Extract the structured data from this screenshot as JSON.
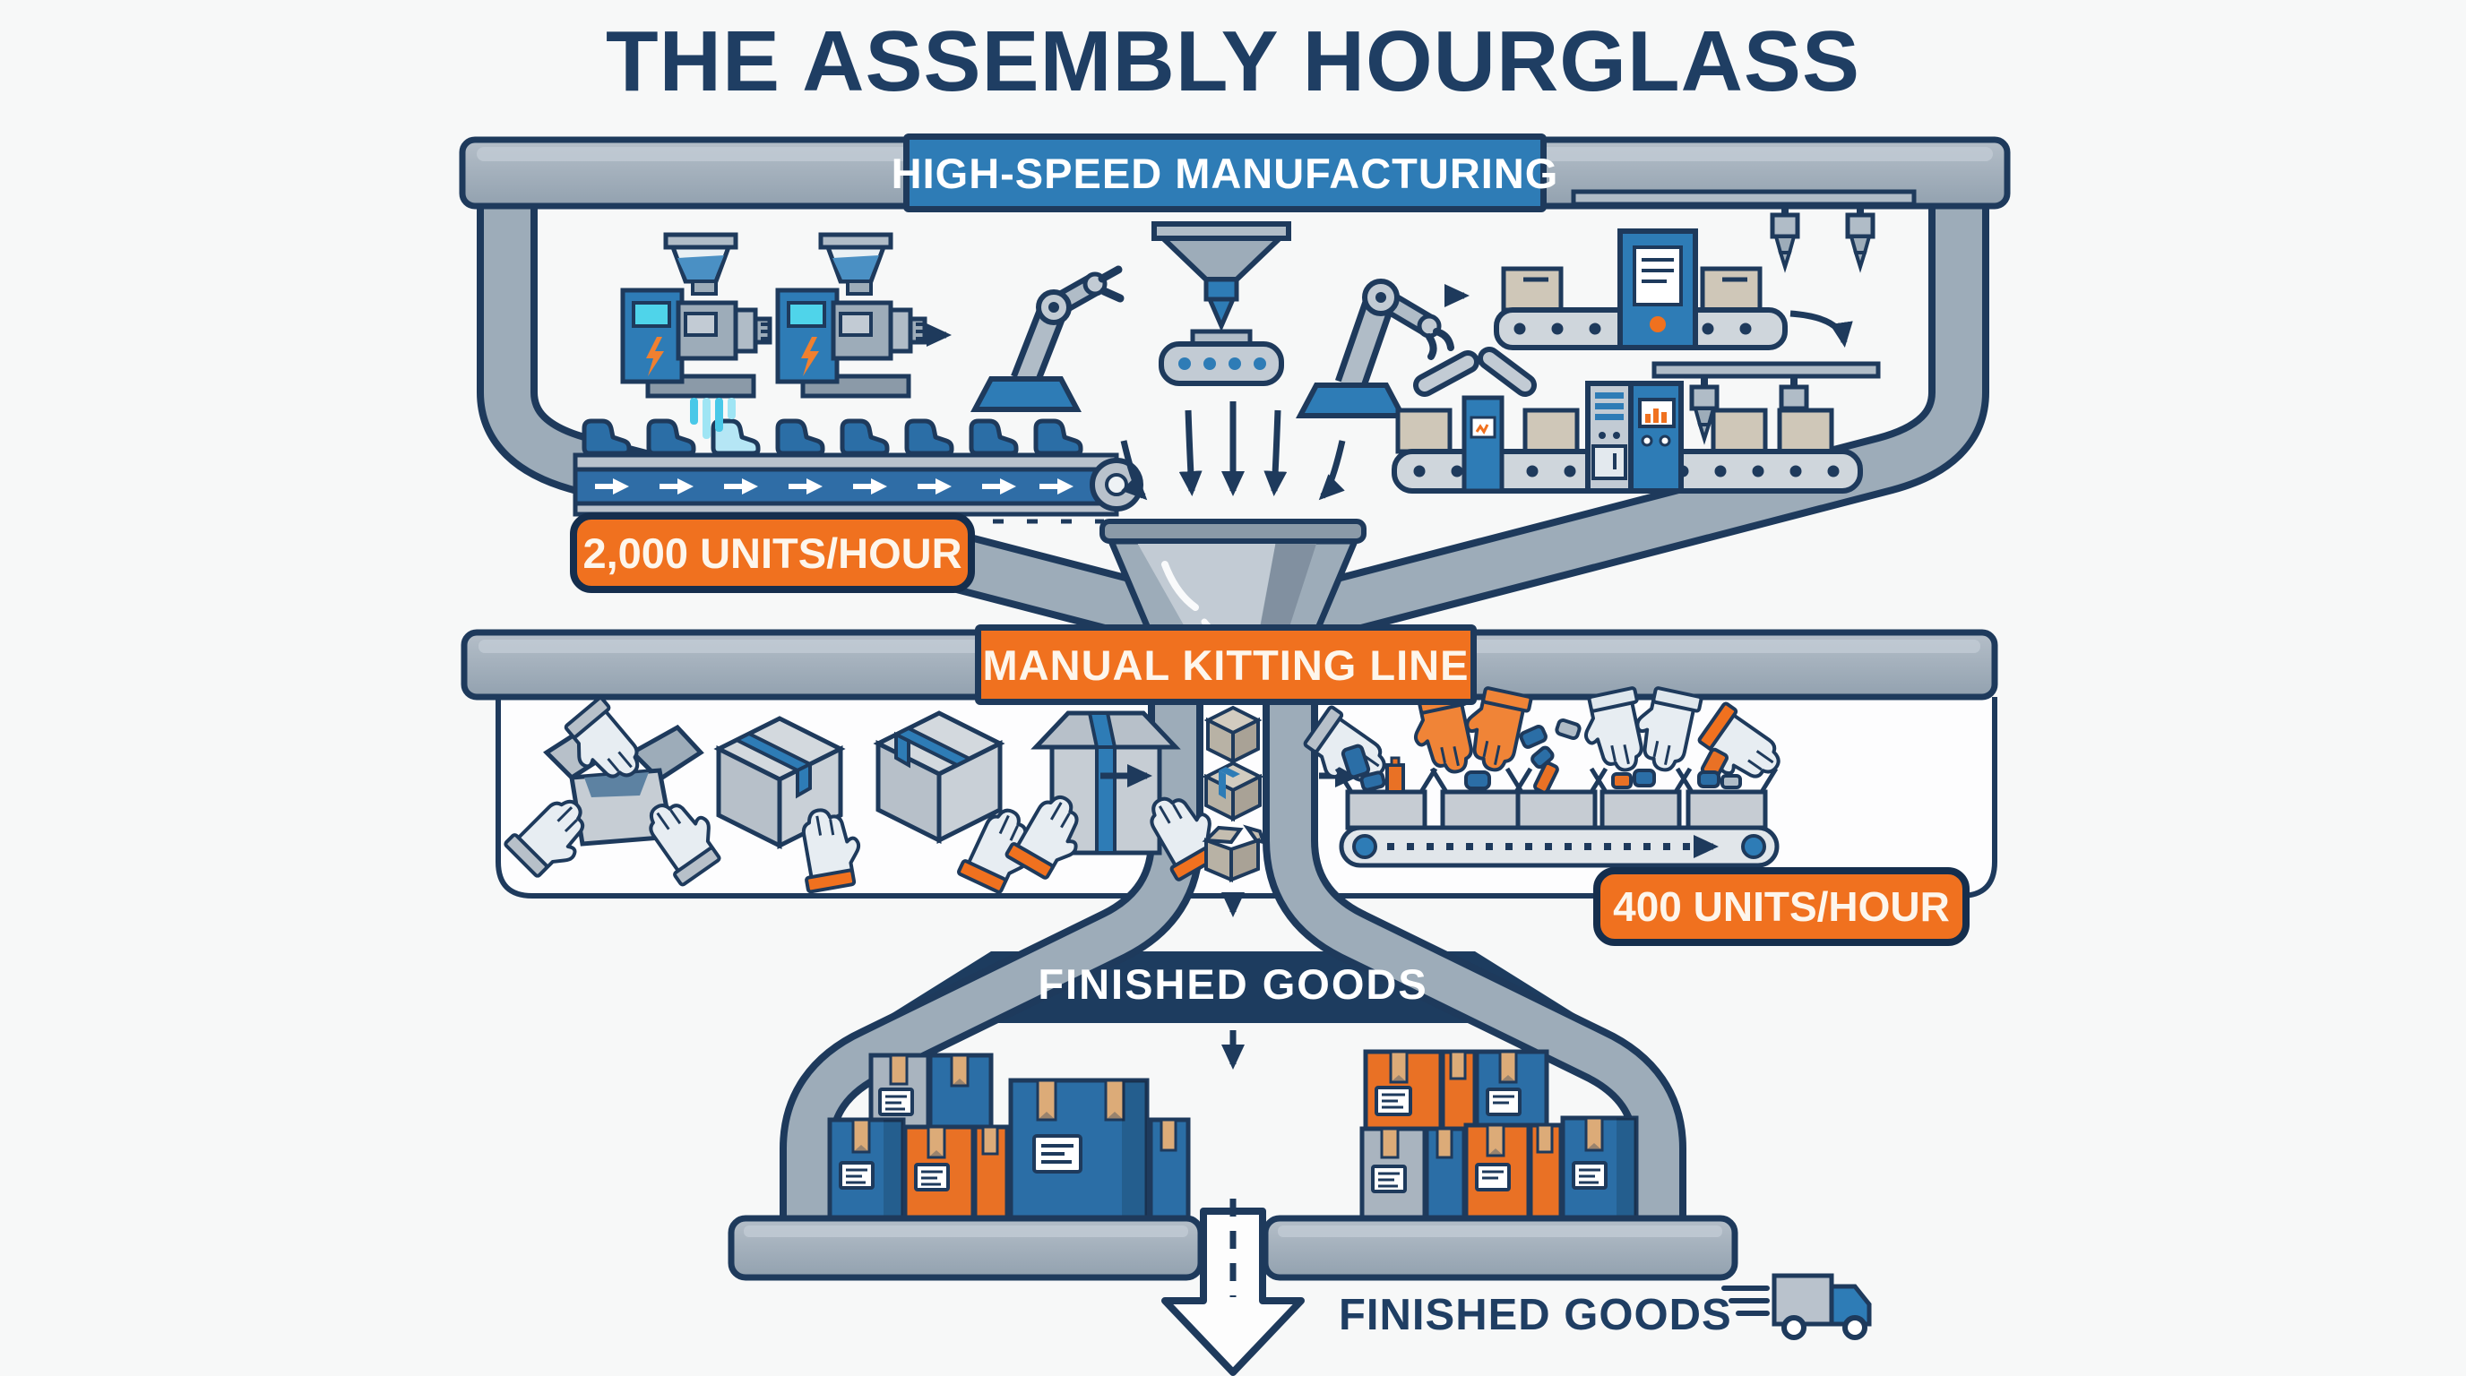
{
  "title": "THE ASSEMBLY HOURGLASS",
  "stages": {
    "manufacturing": {
      "banner": "HIGH-SPEED MANUFACTURING",
      "rate_badge": "2,000 UNITS/HOUR"
    },
    "kitting": {
      "banner": "MANUAL KITTING LINE",
      "rate_badge": "400 UNITS/HOUR"
    },
    "finished_goods": {
      "banner": "FINISHED GOODS"
    }
  },
  "output": {
    "label": "FINISHED GOODS",
    "icon": "delivery-truck-icon"
  },
  "colors": {
    "navy": "#1e3a5c",
    "title_navy": "#1f3e63",
    "banner_blue": "#2e7cb6",
    "banner_navy": "#1d3c5f",
    "accent_orange": "#f0711f",
    "badge_border": "#152e4d",
    "frame_gray": "#9dacb9",
    "belt_blue": "#2f6da6",
    "box_blue": "#2b6ea6",
    "box_orange": "#e97125",
    "box_gray": "#a9b4bf",
    "tape_tan": "#dcab78",
    "carton_tan": "#cfc7b8",
    "glove_white": "#e7edf2",
    "glove_orange": "#f08437",
    "screen_cyan": "#4fd4ea",
    "liquid_blue": "#4a90c4",
    "drip_cyan": "#49c8e8",
    "background": "#f7f8f8"
  },
  "icons": [
    "injection-molder-icon",
    "hopper-icon",
    "robot-arm-icon",
    "funnel-dispenser-icon",
    "conveyor-belt-icon",
    "molded-part-icon",
    "gantry-drill-icon",
    "assembly-machine-icon",
    "glove-hand-icon",
    "carton-box-icon",
    "kitting-tray-icon",
    "falling-box-icon",
    "shipping-box-icon",
    "down-arrow-icon",
    "delivery-truck-icon"
  ]
}
